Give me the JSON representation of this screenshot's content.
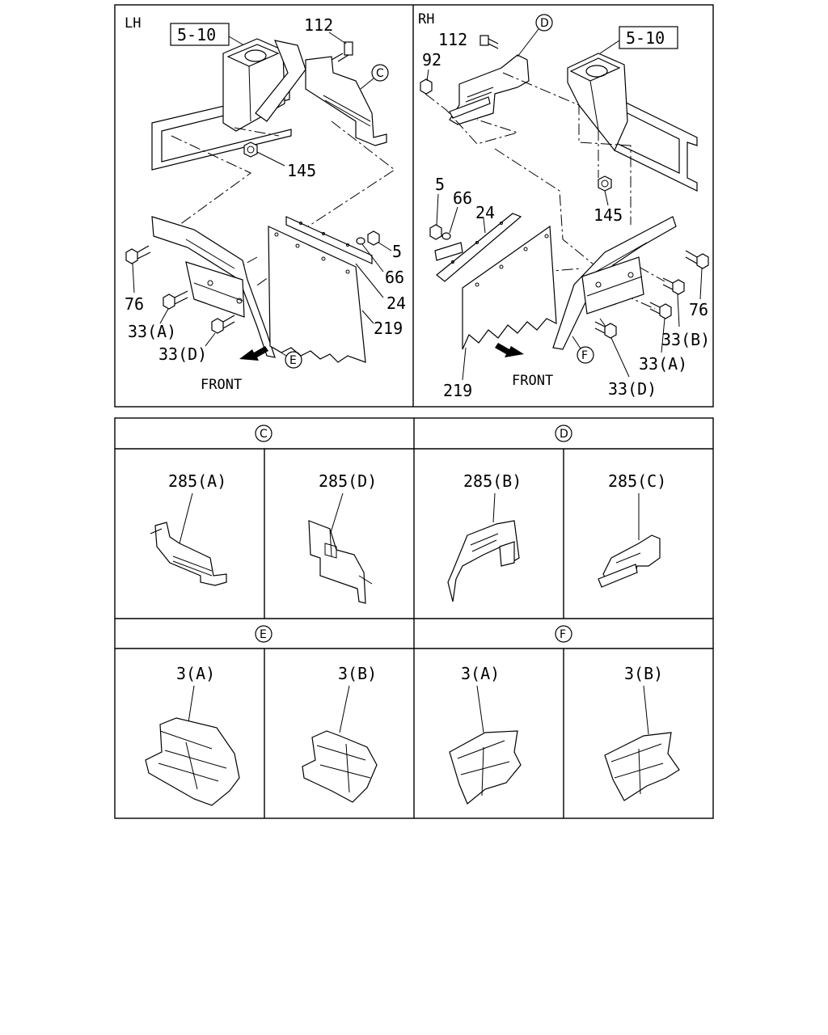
{
  "lh": {
    "side_label": "LH",
    "ref_box": "5-10",
    "labels": {
      "p112": "112",
      "p145": "145",
      "p5": "5",
      "p66": "66",
      "p24": "24",
      "p219": "219",
      "p76": "76",
      "p33a": "33(A)",
      "p33d": "33(D)"
    },
    "callout_c": "C",
    "callout_e": "E",
    "front": "FRONT"
  },
  "rh": {
    "side_label": "RH",
    "ref_box": "5-10",
    "labels": {
      "p112": "112",
      "p92": "92",
      "p145": "145",
      "p5": "5",
      "p66": "66",
      "p24": "24",
      "p219": "219",
      "p76": "76",
      "p33b": "33(B)",
      "p33a": "33(A)",
      "p33d": "33(D)"
    },
    "callout_d": "D",
    "callout_f": "F",
    "front": "FRONT"
  },
  "detail_headers": {
    "c": "C",
    "d": "D",
    "e": "E",
    "f": "F"
  },
  "details": {
    "c1": "285(A)",
    "c2": "285(D)",
    "d1": "285(B)",
    "d2": "285(C)",
    "e1": "3(A)",
    "e2": "3(B)",
    "f1": "3(A)",
    "f2": "3(B)"
  }
}
